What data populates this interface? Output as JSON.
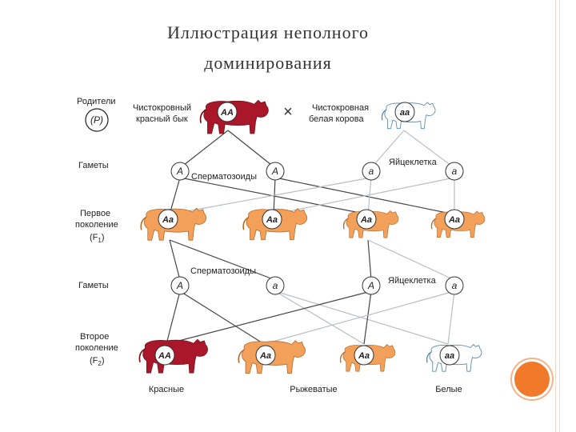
{
  "slide": {
    "title_line1": "Иллюстрация неполного",
    "title_line2": "доминирования",
    "accent_color": "#f07a2a"
  },
  "colors": {
    "red_cattle": "#a8172a",
    "orange_cattle": "#f3a15a",
    "white_cattle": "#ffffff",
    "white_outline": "#5a88aa",
    "line_dark": "#444444",
    "line_light": "#b8bfc6"
  },
  "diagram": {
    "row_labels": {
      "parents": [
        "Родители",
        "(P)"
      ],
      "gametes1": [
        "Гаметы"
      ],
      "f1": [
        "Первое",
        "поколение",
        "(F",
        "1",
        ")"
      ],
      "gametes2": [
        "Гаметы"
      ],
      "f2": [
        "Второе",
        "поколение",
        "(F",
        "2",
        ")"
      ]
    },
    "parents": {
      "bull": {
        "desc": [
          "Чистокровный",
          "красный бык"
        ],
        "genotype": "AA"
      },
      "cow": {
        "desc": [
          "Чистокровная",
          "белая корова"
        ],
        "genotype": "aa"
      },
      "cross_symbol": "×"
    },
    "gametes1": {
      "sperm_label": "Сперматозоиды",
      "egg_label": "Яйцеклетка",
      "alleles": [
        "A",
        "A",
        "a",
        "a"
      ]
    },
    "f1": {
      "genotypes": [
        "Aa",
        "Aa",
        "Aa",
        "Aa"
      ]
    },
    "gametes2": {
      "sperm_label": "Сперматозоиды",
      "egg_label": "Яйцеклетка",
      "alleles": [
        "A",
        "a",
        "A",
        "a"
      ]
    },
    "f2": {
      "genotypes": [
        "AA",
        "Aa",
        "Aa",
        "aa"
      ],
      "phenotype_labels": [
        "Красные",
        "Рыжеватые",
        "Белые"
      ]
    }
  }
}
